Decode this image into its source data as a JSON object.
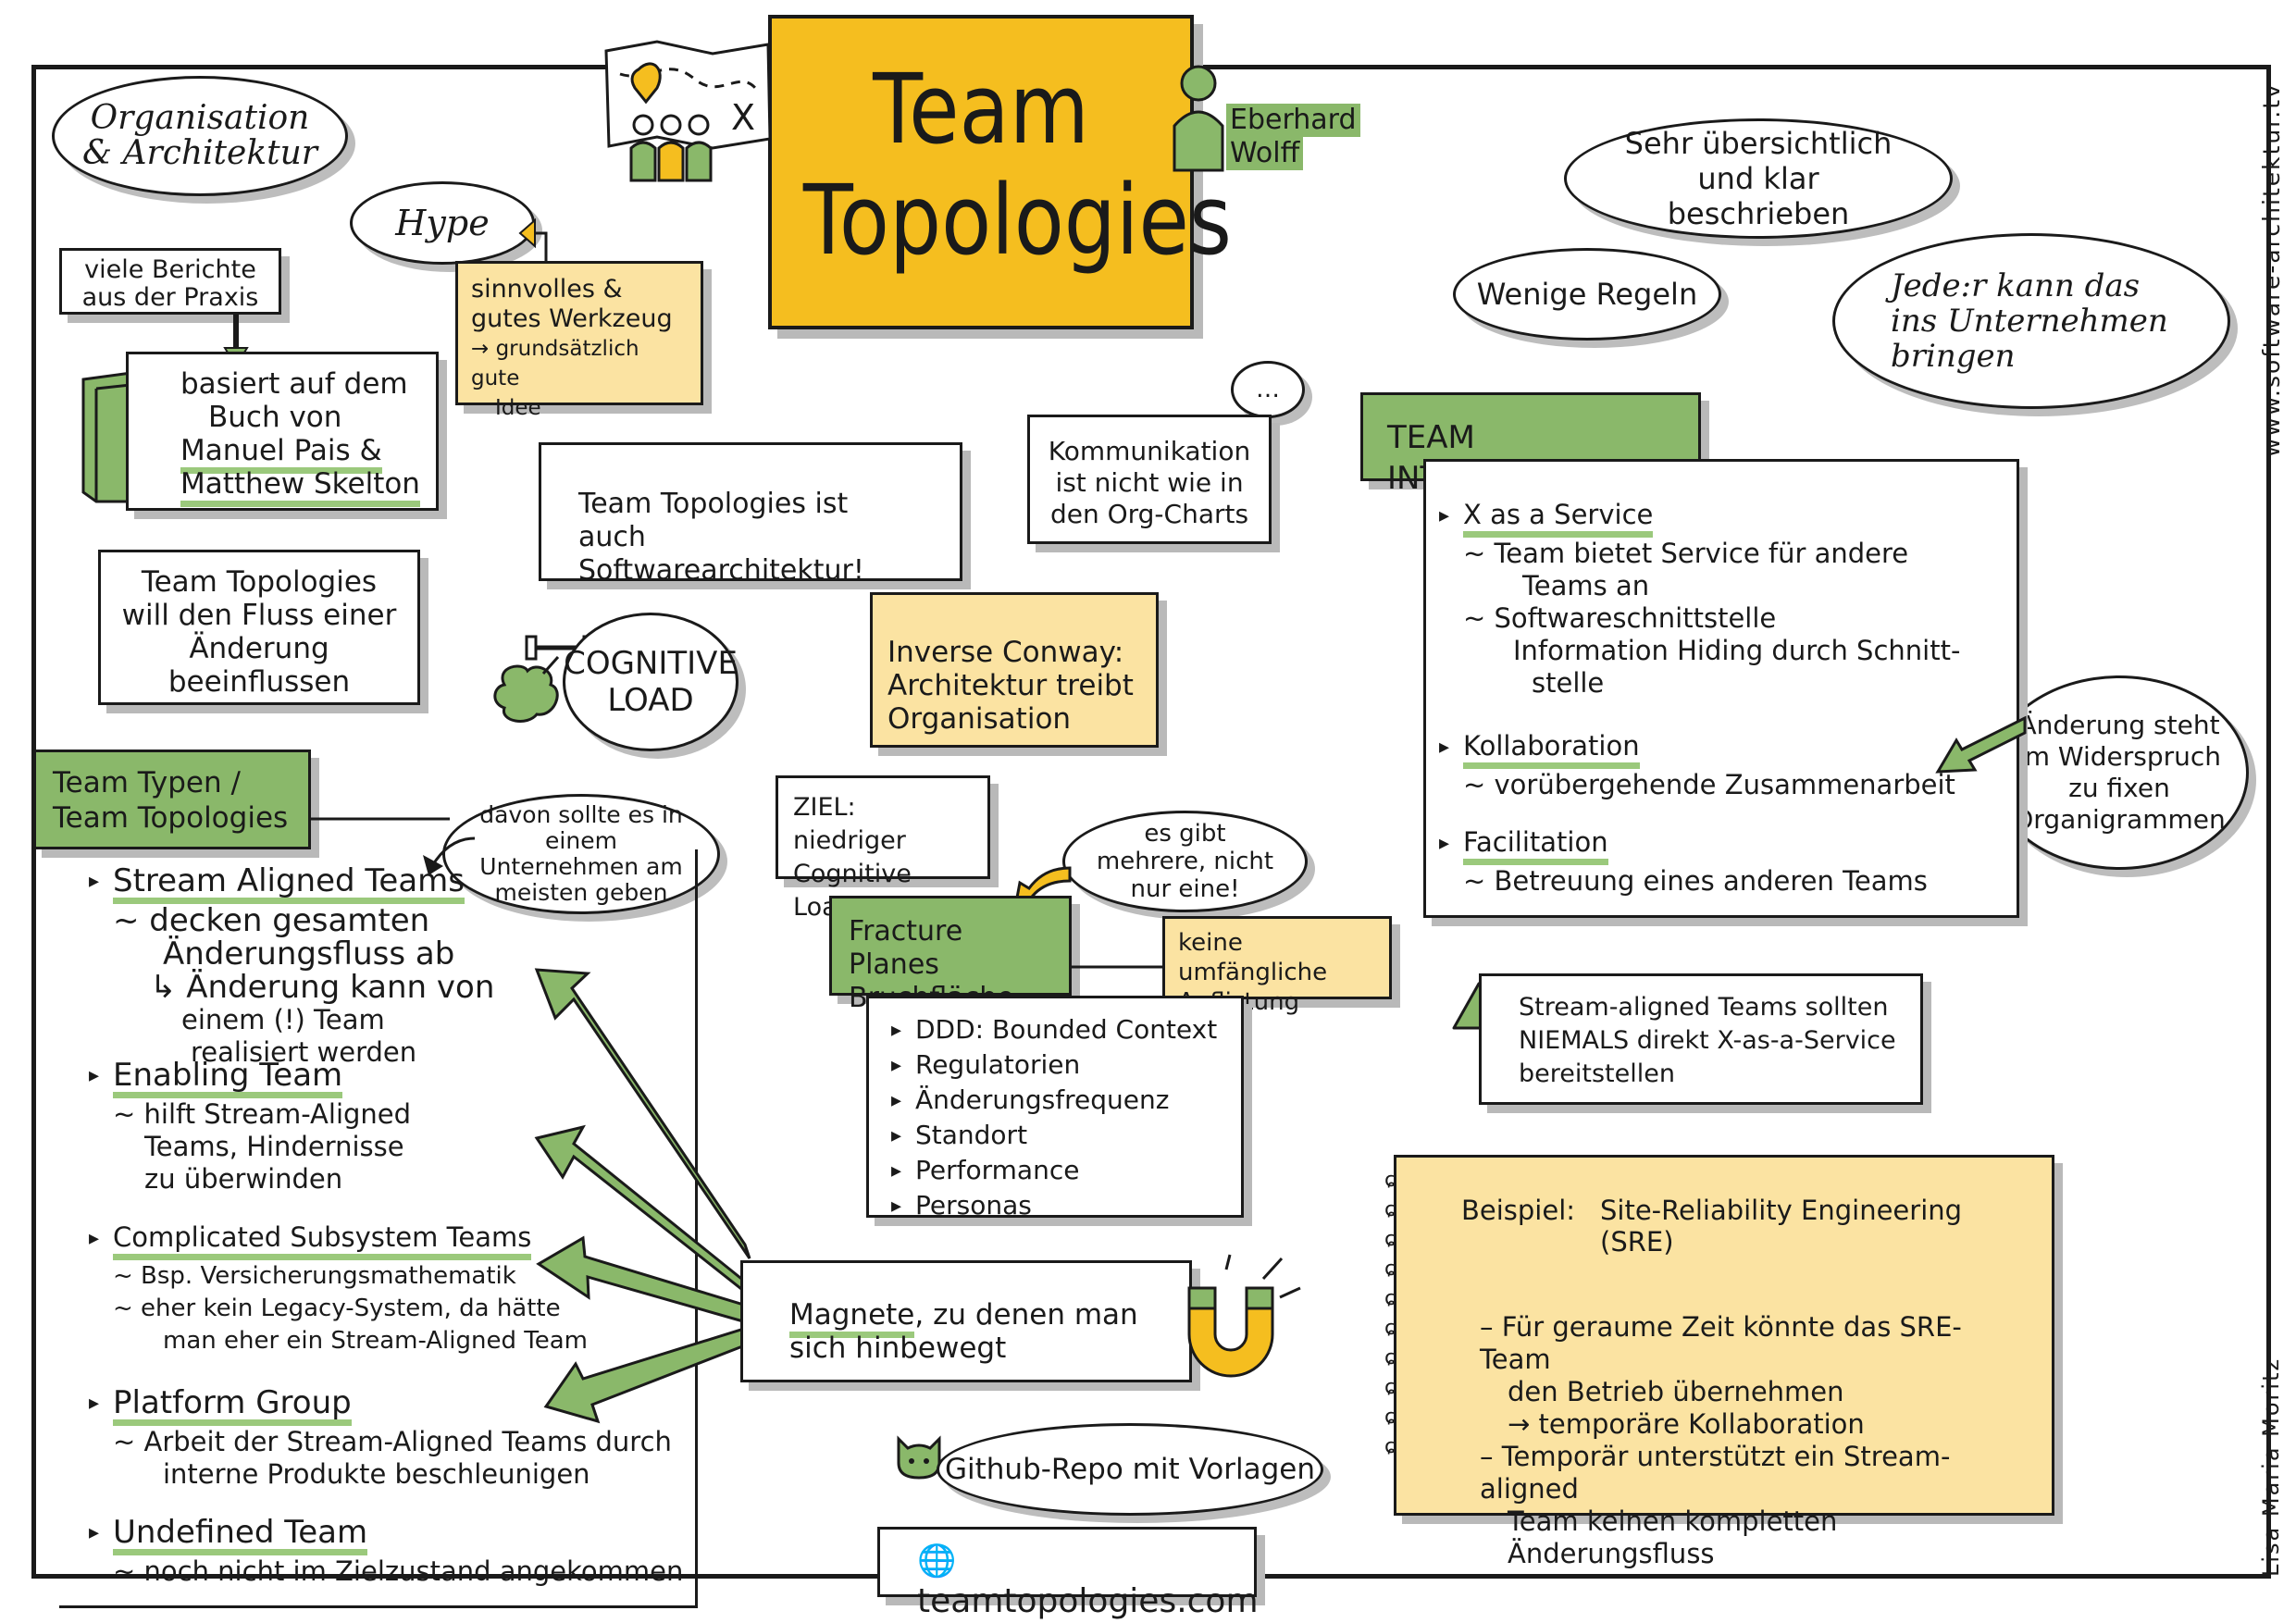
{
  "title": {
    "line1": "Team",
    "line2": "Topologies"
  },
  "speaker": {
    "first": "Eberhard",
    "last": "Wolff"
  },
  "credits": {
    "site": "www.software-architektur.tv",
    "artist": "Lisa Maria Moritz"
  },
  "colors": {
    "accent_green": "#8ab86a",
    "yellow": "#f5be1f",
    "sticky": "#fbe3a2",
    "ink": "#1a1a1a"
  },
  "clouds": {
    "org_arch": "Organisation & Architektur",
    "hype": "Hype",
    "uebersichtlich": "Sehr übersichtlich und klar beschrieben",
    "wenige_regeln": "Wenige Regeln",
    "jede_r": "Jede:r kann das ins Unternehmen bringen",
    "davon_sollte": "davon sollte es in einem Unternehmen am meisten geben",
    "aenderung_widerspruch": "Änderung steht im Widerspruch zu fixen Organigrammen",
    "es_gibt_mehrere": "es gibt mehrere, nicht nur eine!"
  },
  "notes": {
    "viele_berichte": "viele Berichte aus der Praxis",
    "sinnvolles": {
      "l1": "sinnvolles &",
      "l2": "gutes Werkzeug",
      "l3": "→ grundsätzlich gute",
      "l4": "Idee"
    },
    "basiert": {
      "l1": "basiert auf dem",
      "l2": "Buch von",
      "l3": "Manuel Pais &",
      "l4": "Matthew Skelton"
    },
    "tt_arch": "Team Topologies ist auch Softwarearchitektur!",
    "kommunikation": "Kommunikation ist nicht wie in den Org-Charts",
    "fluss": "Team Topologies will den Fluss einer Änderung beeinflussen",
    "cognitive": {
      "l1": "COGNITIVE",
      "l2": "LOAD"
    },
    "conway": "Inverse Conway: Architektur treibt Organisation",
    "ziel": "ZIEL: niedriger Cognitive Load",
    "keine": "keine umfängliche Auflistung",
    "magnete": {
      "u": "Magnete",
      "rest": ", zu denen man sich hinbewegt"
    },
    "github": "Github-Repo mit Vorlagen",
    "url": "teamtopologies.com",
    "warn": "Stream-aligned Teams sollten NIEMALS direkt X-as-a-Service bereitstellen"
  },
  "team_types": {
    "header": "Team Typen / Team Topologies",
    "items": [
      {
        "name": "Stream Aligned Teams",
        "desc": [
          "~ decken gesamten",
          "Änderungsfluss ab",
          "↳ Änderung kann von",
          "einem (!) Team",
          "realisiert werden"
        ]
      },
      {
        "name": "Enabling Team",
        "desc": [
          "~ hilft Stream-Aligned",
          "Teams, Hindernisse",
          "zu überwinden"
        ]
      },
      {
        "name": "Complicated Subsystem Teams",
        "desc": [
          "~ Bsp. Versicherungsmathematik",
          "~ eher kein Legacy-System, da hätte",
          "man eher ein Stream-Aligned Team"
        ]
      },
      {
        "name": "Platform Group",
        "desc": [
          "~ Arbeit der Stream-Aligned Teams durch",
          "interne Produkte beschleunigen"
        ]
      },
      {
        "name": "Undefined Team",
        "desc": [
          "~ noch nicht im Zielzustand angekommen"
        ]
      }
    ]
  },
  "interaktionen": {
    "header": "TEAM INTERAKTIONEN",
    "items": [
      {
        "name": "X as a Service",
        "desc": [
          "~ Team bietet Service für andere",
          "Teams an",
          "~ Softwareschnittstelle",
          "Information Hiding durch Schnitt-",
          "stelle"
        ]
      },
      {
        "name": "Kollaboration",
        "desc": [
          "~ vorübergehende Zusammenarbeit"
        ]
      },
      {
        "name": "Facilitation",
        "desc": [
          "~ Betreuung eines anderen Teams"
        ]
      }
    ]
  },
  "fracture": {
    "header": "Fracture Planes Bruchfläche",
    "items": [
      "DDD: Bounded Context",
      "Regulatorien",
      "Änderungsfrequenz",
      "Standort",
      "Performance",
      "Personas"
    ]
  },
  "beispiel": {
    "label": "Beispiel:",
    "title": "Site-Reliability Engineering (SRE)",
    "lines": [
      "– Für geraume Zeit könnte das SRE-Team",
      "den Betrieb übernehmen",
      "→ temporäre Kollaboration",
      "– Temporär unterstützt ein Stream-aligned",
      "Team keinen kompletten Änderungsfluss"
    ]
  }
}
